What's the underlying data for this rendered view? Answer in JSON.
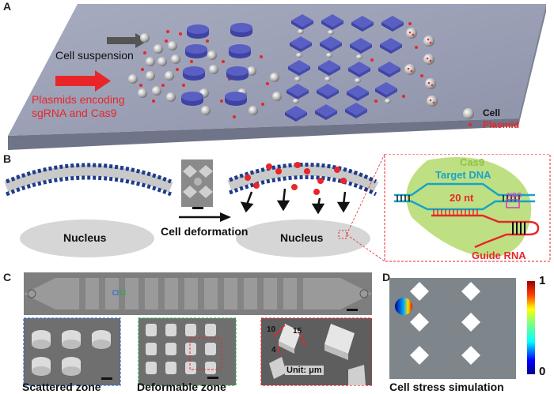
{
  "panel_a": {
    "letter": "A",
    "cell_suspension": "Cell suspension",
    "plasmids_line1": "Plasmids encoding",
    "plasmids_line2": "sgRNA and Cas9",
    "legend_cell": "Cell",
    "legend_plasmid": "Plasmid",
    "colors": {
      "chip": "#9aa0b6",
      "pillar": "#5a5fc4",
      "plasmid": "#e8262a",
      "arrow_gray": "#555555",
      "arrow_red": "#e8262a"
    }
  },
  "panel_b": {
    "letter": "B",
    "nucleus_left": "Nucleus",
    "cell_deformation": "Cell deformation",
    "nucleus_right": "Nucleus",
    "cas9": "Cas9",
    "target_dna": "Target DNA",
    "ngg": "NGG",
    "nt20": "20 nt",
    "guide_rna": "Guide RNA",
    "colors": {
      "lipid_head": "#1f3b8c",
      "cas9": "#a8d65a",
      "target": "#17a3c9",
      "guide": "#e8262a",
      "ngg": "#d13bbf"
    }
  },
  "panel_c": {
    "letter": "C",
    "scattered_zone": "Scattered zone",
    "deformable_zone": "Deformable zone",
    "dim_10": "10",
    "dim_15": "15",
    "dim_4": "4",
    "unit": "Unit: μm"
  },
  "panel_d": {
    "letter": "D",
    "caption": "Cell stress simulation",
    "scale_max": "1",
    "scale_min": "0",
    "colors": {
      "background": "#7e868b"
    }
  }
}
